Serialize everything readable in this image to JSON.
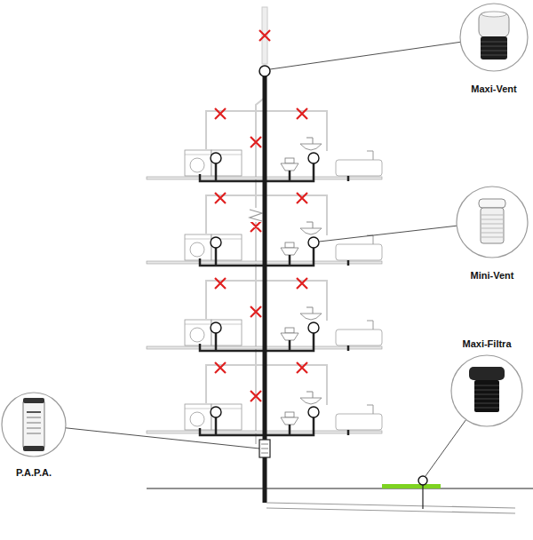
{
  "diagram": {
    "nodes": [
      {
        "text": [
          "Maxi-Vent"
        ]
      },
      {
        "text": [
          "Mini-Vent"
        ]
      },
      {
        "text": [
          "Maxi-Filtra"
        ]
      },
      {
        "text": [
          "P.A.P.A."
        ]
      }
    ]
  }
}
